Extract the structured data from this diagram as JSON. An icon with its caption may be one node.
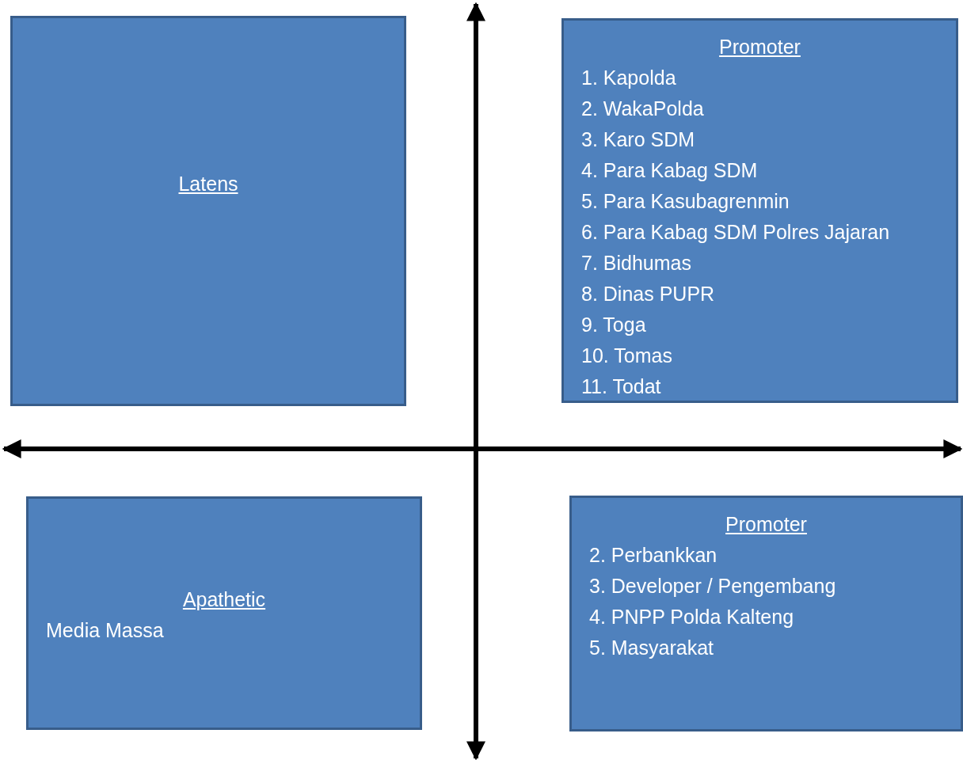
{
  "diagram": {
    "nodes": [
      {
        "text": [
          "Latens"
        ]
      },
      {
        "text": [
          "Promoter",
          "1. Kapolda",
          "2. WakaPolda",
          "3. Karo SDM",
          "4. Para Kabag SDM",
          "5. Para Kasubagrenmin",
          "6. Para Kabag SDM Polres Jajaran",
          "7. Bidhumas",
          "8. Dinas PUPR",
          "9. Toga",
          "10. Tomas",
          "11. Todat"
        ]
      },
      {
        "text": [
          "Apathetic",
          "Media Massa"
        ]
      },
      {
        "text": [
          "Promoter",
          "2. Perbankkan",
          "3. Developer / Pengembang",
          "4. PNPP Polda Kalteng",
          "5. Masyarakat"
        ]
      }
    ]
  }
}
